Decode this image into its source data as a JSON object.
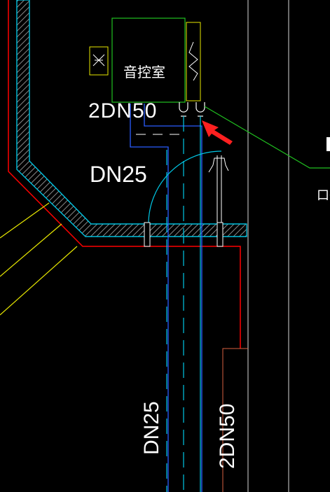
{
  "labels": {
    "room_name": "音控室",
    "label_2dn50_top": "2DN50",
    "label_dn25_mid": "DN25",
    "label_dn25_vertical": "DN25",
    "label_2dn50_vertical": "2DN50",
    "edge_text_partial": "口径"
  },
  "colors": {
    "background": "#000000",
    "cyan": "#00c8e6",
    "light_cyan": "#9ff",
    "blue_pipe": "#2a5cff",
    "green": "#20c020",
    "yellow": "#e8e800",
    "red": "#ff0000",
    "white": "#ffffff",
    "hatch_fill": "#5a5a5a",
    "arrow_red": "#ff2020",
    "salmon": "#d86040"
  }
}
